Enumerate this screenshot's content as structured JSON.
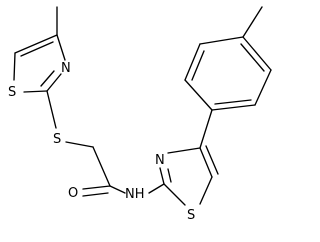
{
  "diagram": {
    "kind": "chemical-structure",
    "atom_labels": {
      "s_thiazole_left": "S",
      "n_thiazole_left": "N",
      "s_thioether": "S",
      "o_carbonyl": "O",
      "nh_amide": "NH",
      "n_thiazole_right": "N",
      "s_thiazole_right": "S"
    },
    "colors": {
      "ink": "#000000",
      "background": "#ffffff"
    }
  }
}
